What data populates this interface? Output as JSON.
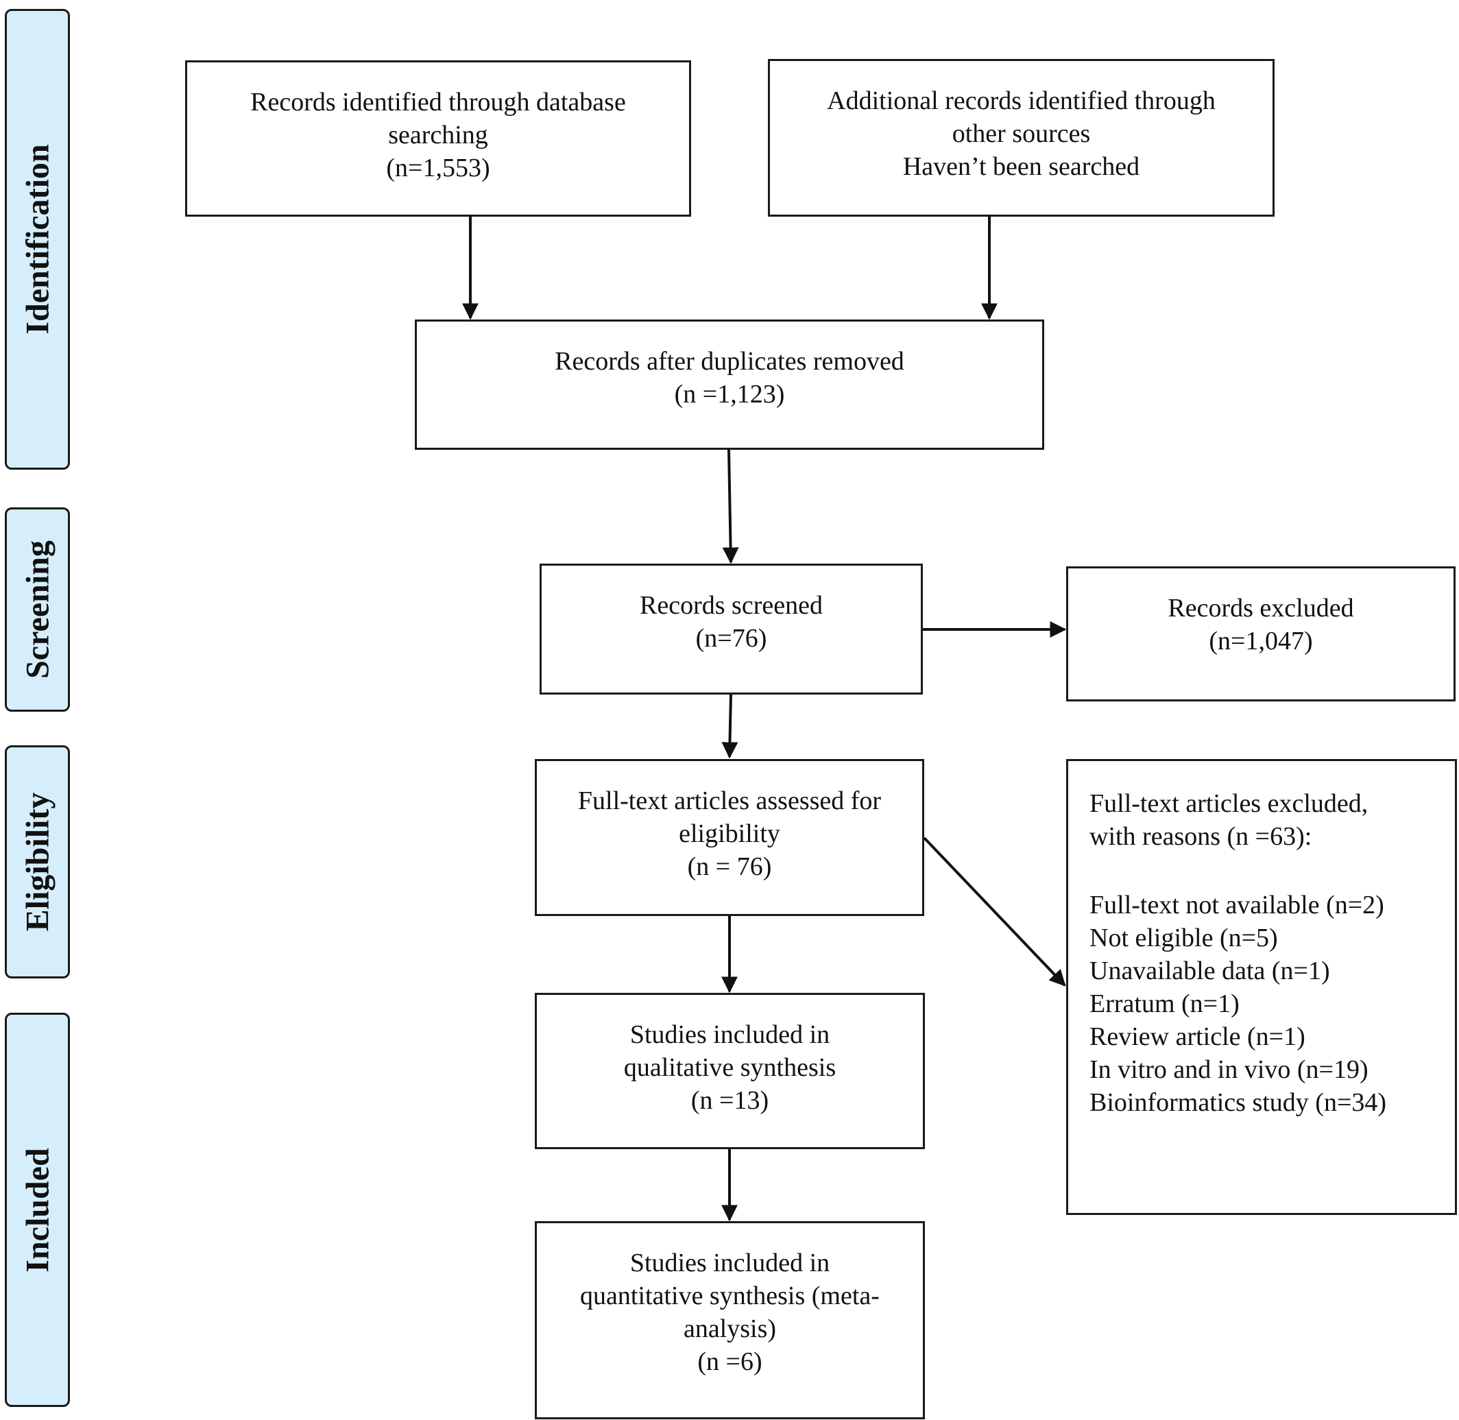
{
  "stages": {
    "identification": "Identification",
    "screening": "Screening",
    "eligibility": "Eligibility",
    "included": "Included"
  },
  "boxes": {
    "database": {
      "line1": "Records identified through database",
      "line2": "searching",
      "line3": "(n=1,553)"
    },
    "other_sources": {
      "line1": "Additional records identified through",
      "line2": "other sources",
      "line3": "Haven’t been searched"
    },
    "duplicates_removed": {
      "line1": "Records after duplicates removed",
      "line2": "(n =1,123)"
    },
    "screened": {
      "line1": "Records screened",
      "line2": "(n=76)"
    },
    "excluded": {
      "line1": "Records excluded",
      "line2": "(n=1,047)"
    },
    "fulltext_assessed": {
      "line1": "Full-text articles assessed for",
      "line2": "eligibility",
      "line3": "(n = 76)"
    },
    "fulltext_excluded": {
      "heading1": "Full-text articles excluded,",
      "heading2": "with reasons (n =63):",
      "reasons": [
        "Full-text not available (n=2)",
        "Not eligible (n=5)",
        "Unavailable data (n=1)",
        "Erratum (n=1)",
        "Review article (n=1)",
        "In vitro and in vivo (n=19)",
        "Bioinformatics study (n=34)"
      ]
    },
    "qualitative": {
      "line1": "Studies included in",
      "line2": "qualitative synthesis",
      "line3": "(n =13)"
    },
    "quantitative": {
      "line1": "Studies included in",
      "line2": "quantitative synthesis (meta-",
      "line3": "analysis)",
      "line4": "(n =6)"
    }
  }
}
